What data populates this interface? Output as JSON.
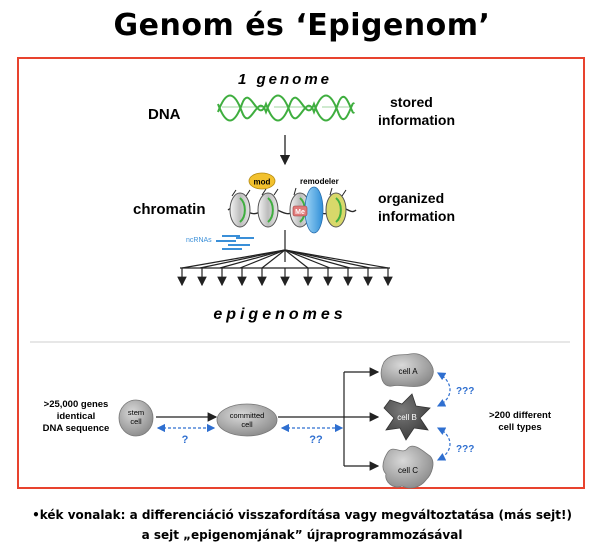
{
  "title": "Genom és ‘Epigenom’",
  "top": {
    "genome_label": "1 genome",
    "dna_label": "DNA",
    "stored_line1": "stored",
    "stored_line2": "information",
    "chromatin_label": "chromatin",
    "organized_line1": "organized",
    "organized_line2": "information",
    "mod_label": "mod",
    "remodeler_label": "remodeler",
    "me_label": "Me",
    "ncrna_label": "ncRNAs",
    "epigenomes_label": "epigenomes"
  },
  "bottom": {
    "genes_line1": ">25,000 genes",
    "genes_line2": "identical",
    "genes_line3": "DNA sequence",
    "stem_line1": "stem",
    "stem_line2": "cell",
    "committed_line1": "committed",
    "committed_line2": "cell",
    "q1": "?",
    "q2": "??",
    "cell_a": "cell A",
    "cell_b": "cell B",
    "cell_c": "cell C",
    "qa": "???",
    "qc": "???",
    "types_line1": ">200 different",
    "types_line2": "cell types"
  },
  "notes": {
    "line1": "•kék vonalak: a differenciáció visszafordítása vagy megváltoztatása (más sejt!)",
    "line2": "a sejt „epigenomjának” újraprogrammozásával"
  },
  "colors": {
    "frame": "#e8432e",
    "dna": "#3fae3f",
    "blue_arrow": "#2f6fd0",
    "ncrna": "#3a8fd8",
    "mod": "#f2c12e",
    "remodeler": "#4aa8e8",
    "cell": "#9a9a9a"
  }
}
